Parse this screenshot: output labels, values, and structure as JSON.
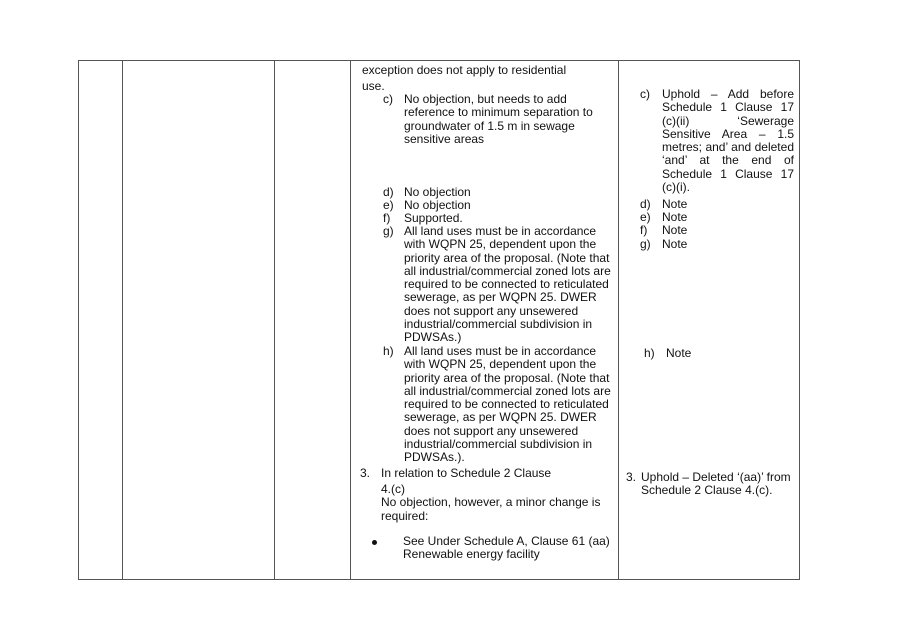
{
  "comments": {
    "intro": [
      "exception does not apply to residential"
    ],
    "intro_use": "use.",
    "items": [
      {
        "label": "c)",
        "lines": [
          "No objection, but needs to add",
          "reference to minimum separation to",
          "groundwater of 1.5 m in sewage",
          "sensitive areas"
        ]
      },
      {
        "label": "d)",
        "lines": [
          "No objection"
        ]
      },
      {
        "label": "e)",
        "lines": [
          "No objection"
        ]
      },
      {
        "label": "f)",
        "lines": [
          "Supported."
        ]
      },
      {
        "label": "g)",
        "lines": [
          "All land uses must be in accordance",
          "with WQPN 25, dependent upon the",
          "priority area of the proposal. (Note that",
          "all industrial/commercial zoned lots are",
          "required to be connected to reticulated",
          "sewerage, as per WQPN 25. DWER",
          "does not support any unsewered",
          "industrial/commercial subdivision in",
          "PDWSAs.)"
        ]
      },
      {
        "label": "h)",
        "lines": [
          "All land uses must be in accordance",
          "with WQPN 25, dependent upon the",
          "priority area of the proposal. (Note that",
          "all industrial/commercial zoned lots are",
          "required to be connected to reticulated",
          "sewerage, as per WQPN 25. DWER",
          "does not support any unsewered",
          "industrial/commercial subdivision in",
          "PDWSAs.)."
        ]
      }
    ],
    "section3": {
      "label": "3.",
      "lines": [
        "In relation to Schedule 2 Clause"
      ],
      "rest": [
        "4.(c)",
        "No objection, however, a minor change is",
        "required:"
      ],
      "bullet": [
        "See Under Schedule A, Clause 61 (aa)",
        "Renewable energy facility"
      ]
    }
  },
  "responses": {
    "items": [
      {
        "label": "c)",
        "lines": [
          "Uphold – Add before",
          "Schedule 1 Clause 17",
          "(c)(ii)          ‘Sewerage",
          "Sensitive Area – 1.5",
          "metres; and’ and deleted",
          "‘and’ at the end of",
          "Schedule 1 Clause 17",
          "(c)(i)."
        ]
      },
      {
        "label": "d)",
        "lines": [
          "Note"
        ]
      },
      {
        "label": "e)",
        "lines": [
          "Note"
        ]
      },
      {
        "label": "f)",
        "lines": [
          "Note"
        ]
      },
      {
        "label": "g)",
        "lines": [
          "Note"
        ]
      },
      {
        "label": "h)",
        "lines": [
          "Note"
        ]
      }
    ],
    "section3": {
      "label": "3.",
      "lines": [
        "Uphold – Deleted ‘(aa)’ from",
        "Schedule 2 Clause 4.(c)."
      ]
    }
  }
}
